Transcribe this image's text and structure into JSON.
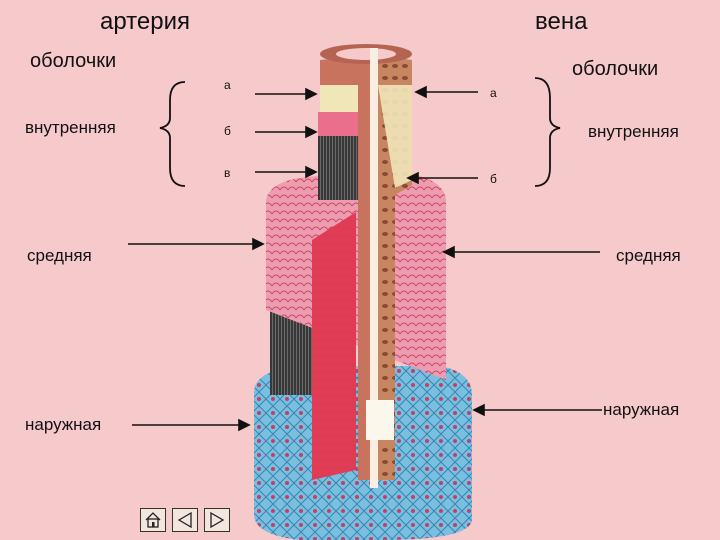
{
  "left": {
    "title": "артерия",
    "coats_label": "оболочки",
    "inner": "внутренняя",
    "middle": "средняя",
    "outer": "наружная",
    "letters": [
      "а",
      "б",
      "в"
    ]
  },
  "right": {
    "title": "вена",
    "coats_label": "оболочки",
    "inner": "внутренняя",
    "middle": "средняя",
    "outer": "наружная",
    "letters": [
      "а",
      "б"
    ]
  },
  "nav": {
    "icons": [
      "home-icon",
      "back-triangle-icon",
      "forward-triangle-icon"
    ]
  },
  "colors": {
    "background": "#f6c9cb",
    "adventitia": "#6ab3d6",
    "media_arterial": "#e2788e",
    "media_dark": "#5a5a5a",
    "intima": "#c9826a",
    "lumen": "#f1e6c8"
  }
}
